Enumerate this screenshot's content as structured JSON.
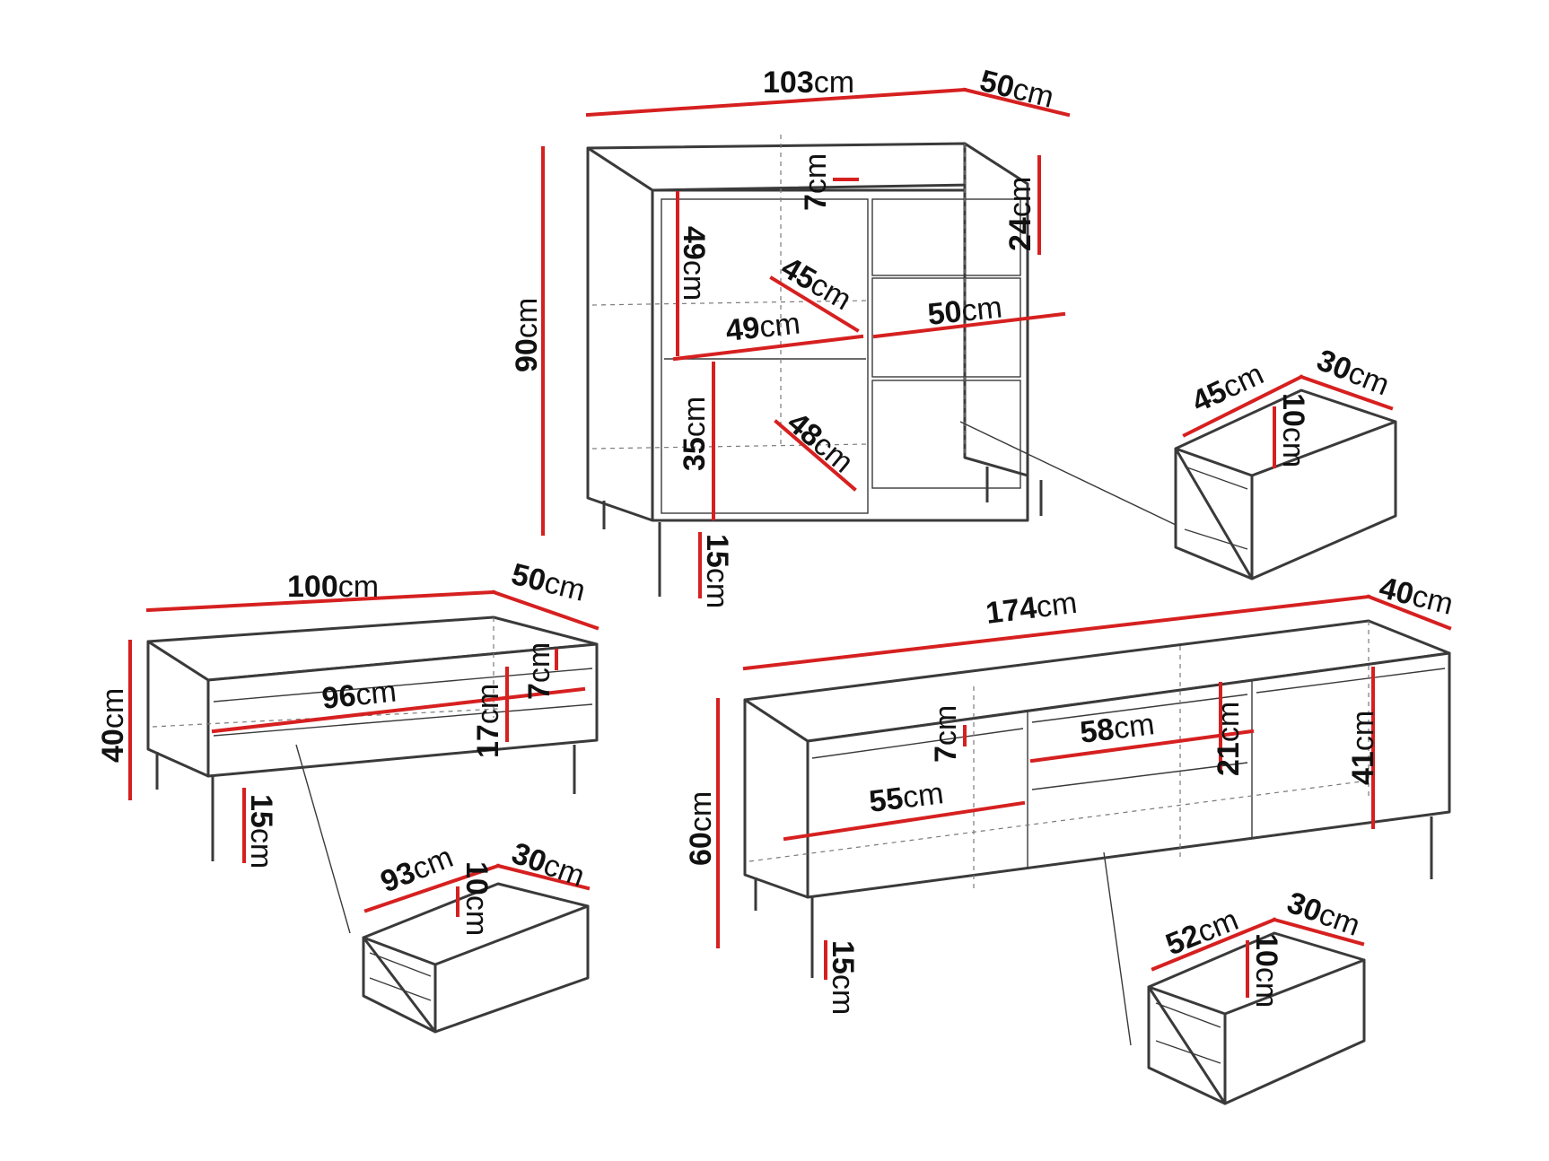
{
  "colors": {
    "dimension_line": "#d62020",
    "outline": "#3a3a3a",
    "label": "#111111"
  },
  "sideboard": {
    "width": "103",
    "depth": "50",
    "height": "90",
    "legs": "15",
    "top_gap": "7",
    "right_drawer_h": "24",
    "drawer_width": "50",
    "left_upper_h": "49",
    "left_upper_w": "49",
    "left_upper_d": "45",
    "left_lower_h": "35",
    "left_lower_d": "48",
    "drawer": {
      "width": "45",
      "depth": "30",
      "height": "10"
    }
  },
  "coffee_table": {
    "width": "100",
    "depth": "50",
    "height": "40",
    "legs": "15",
    "inner_width": "96",
    "inner_h": "17",
    "top_gap": "7",
    "drawer": {
      "width": "93",
      "depth": "30",
      "height": "10"
    }
  },
  "tv_stand": {
    "width": "174",
    "depth": "40",
    "height": "60",
    "legs": "15",
    "top_gap": "7",
    "left_w": "55",
    "drawer_w": "58",
    "drawer_h": "21",
    "right_h": "41",
    "drawer": {
      "width": "52",
      "depth": "30",
      "height": "10"
    }
  },
  "unit": "cm"
}
